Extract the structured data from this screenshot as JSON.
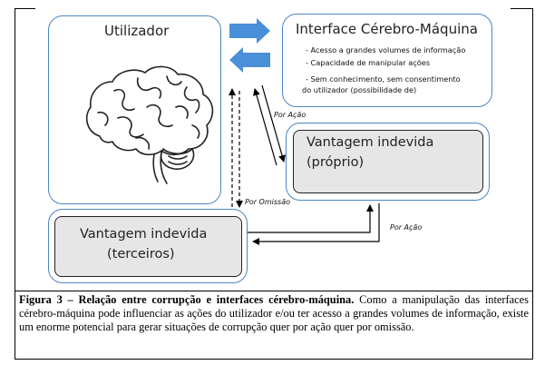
{
  "user_box": {
    "title": "Utilizador"
  },
  "bci_box": {
    "title": "Interface Cérebro-Máquina",
    "bullets": [
      "- Acesso a grandes volumes de informação",
      "- Capacidade de manipular ações",
      "- Sem conhecimento, sem consentimento",
      "do utilizador (possibilidade de)"
    ]
  },
  "own_box": {
    "line1": "Vantagem indevida",
    "line2": "(próprio)"
  },
  "third_box": {
    "line1": "Vantagem indevida",
    "line2": "(terceiros)"
  },
  "labels": {
    "action1": "Por Ação",
    "omission": "Por Omissão",
    "action2": "Por Ação"
  },
  "caption": {
    "bold": "Figura 3 – Relação entre corrupção e interfaces cérebro-máquina.",
    "text": " Como a manipulação das interfaces cérebro-máquina pode influenciar as ações do utilizador e/ou ter acesso a grandes volumes de informação, existe um enorme potencial para gerar situações de corrupção quer por ação quer por omissão."
  },
  "colors": {
    "box_border": "#4a86c5",
    "blue_arrow": "#4a90d9",
    "inner_fill": "#e6e6e6"
  },
  "icons": {
    "brain": "brain-icon"
  }
}
